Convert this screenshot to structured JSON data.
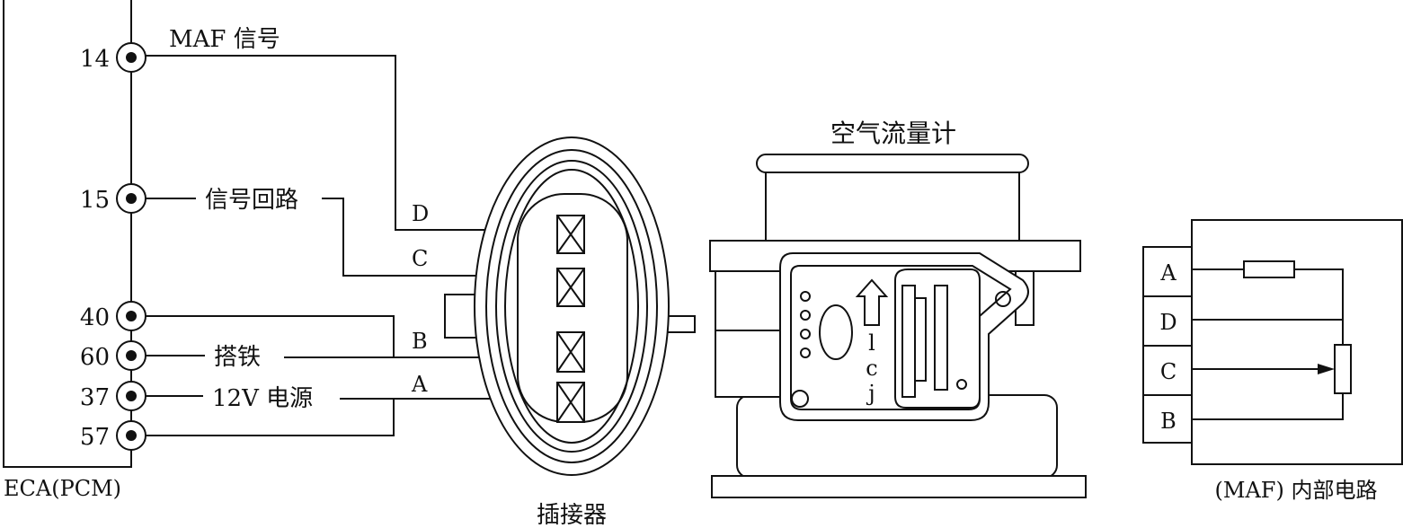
{
  "ecu": {
    "label": "ECA(PCM)",
    "pins": [
      "14",
      "15",
      "40",
      "60",
      "37",
      "57"
    ]
  },
  "signals": {
    "maf": "MAF 信号",
    "return": "信号回路",
    "ground": "搭铁",
    "power": "12V 电源"
  },
  "connector": {
    "label": "插接器",
    "pins": [
      "D",
      "C",
      "B",
      "A"
    ]
  },
  "meter": {
    "title": "空气流量计",
    "marks": [
      "l",
      "c",
      "j"
    ]
  },
  "internal": {
    "label": "(MAF) 内部电路",
    "pins": [
      "A",
      "D",
      "C",
      "B"
    ]
  }
}
